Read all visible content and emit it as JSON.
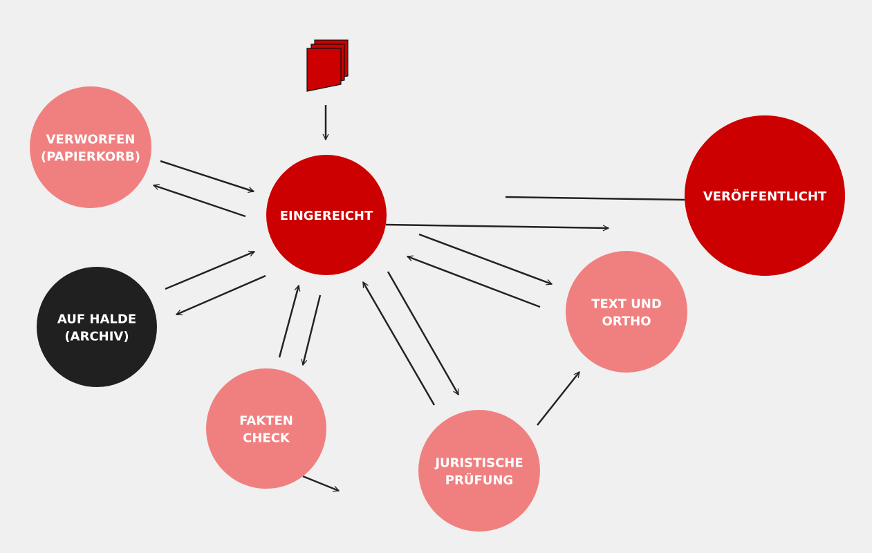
{
  "colors": {
    "background": "#f0f0f0",
    "pink": "#f08080",
    "red": "#cc0000",
    "dark": "#202020",
    "line": "#222222"
  },
  "nodes": [
    {
      "id": "verworfen",
      "lines": [
        "VERWORFEN",
        "(PAPIERKORB)"
      ],
      "color": "pink"
    },
    {
      "id": "eingereicht",
      "lines": [
        "EINGEREICHT"
      ],
      "color": "red"
    },
    {
      "id": "auf-halde",
      "lines": [
        "AUF HALDE",
        "(ARCHIV)"
      ],
      "color": "dark"
    },
    {
      "id": "fakten-check",
      "lines": [
        "FAKTEN",
        "CHECK"
      ],
      "color": "pink"
    },
    {
      "id": "juristische-pruefung",
      "lines": [
        "JURISTISCHE",
        "PRÜFUNG"
      ],
      "color": "pink"
    },
    {
      "id": "text-und-ortho",
      "lines": [
        "TEXT UND",
        "ORTHO"
      ],
      "color": "pink"
    },
    {
      "id": "veroeffentlicht",
      "lines": [
        "VERÖFFENTLICHT"
      ],
      "color": "red"
    }
  ],
  "icon": "document-stack-icon"
}
